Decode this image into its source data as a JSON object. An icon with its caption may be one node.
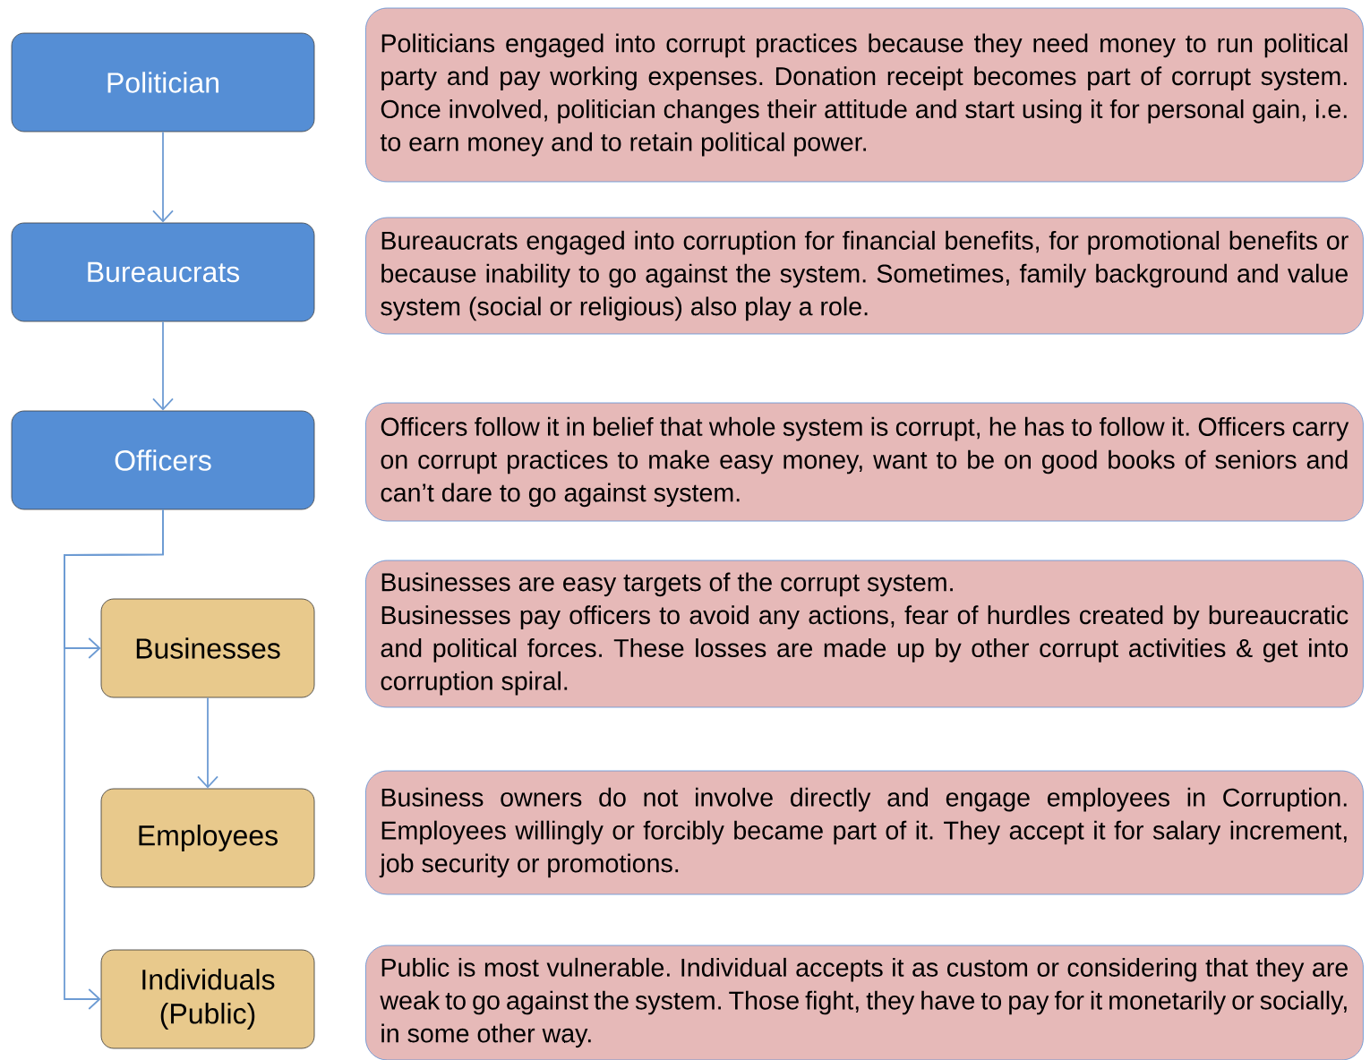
{
  "diagram": {
    "nodes": [
      {
        "text": [
          "Politician"
        ]
      },
      {
        "text": [
          "Politicians engaged into corrupt practices because they need money to run political party and pay working expenses. Donation receipt becomes part of corrupt system. Once involved, politician changes their attitude and start using it for personal gain, i.e. to earn money and to retain political power."
        ]
      },
      {
        "text": [
          "Bureaucrats"
        ]
      },
      {
        "text": [
          "Bureaucrats engaged into corruption for financial benefits, for promotional benefits or because inability to go against the system. Sometimes, family background and value system (social or religious) also play a role."
        ]
      },
      {
        "text": [
          "Officers"
        ]
      },
      {
        "text": [
          "Officers follow it in belief that whole system is corrupt, he has to follow it. Officers carry on corrupt practices to make easy money, want to be on good books of seniors and can’t dare to go against system."
        ]
      },
      {
        "text": [
          "Businesses"
        ]
      },
      {
        "text": [
          "Businesses are easy targets of the corrupt system.",
          "Businesses pay officers to avoid any actions, fear of hurdles created by bureaucratic and political forces. These losses are made up by other corrupt activities & get into corruption spiral."
        ]
      },
      {
        "text": [
          "Employees"
        ]
      },
      {
        "text": [
          "Business owners do not involve directly and engage employees in Corruption. Employees willingly or forcibly became part of it. They accept it for salary increment, job security or promotions."
        ]
      },
      {
        "text": [
          "Individuals (Public)"
        ]
      },
      {
        "text": [
          "Public is most vulnerable. Individual accepts it as custom or considering that they are weak to go against the system. Those fight, they have to pay for it monetarily or socially, in some other way."
        ]
      }
    ],
    "edges": [
      {
        "from": 0,
        "to": 2,
        "arrow": "to"
      },
      {
        "from": 2,
        "to": 4,
        "arrow": "to"
      },
      {
        "from": 4,
        "to": 6,
        "arrow": "to"
      },
      {
        "from": 4,
        "to": 10,
        "arrow": "to"
      },
      {
        "from": 6,
        "to": 8,
        "arrow": "to"
      }
    ]
  }
}
